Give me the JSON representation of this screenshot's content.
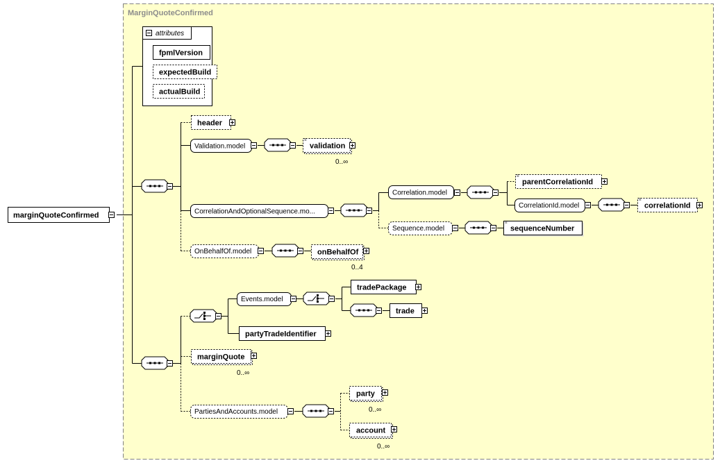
{
  "diagram": {
    "container_title": "MarginQuoteConfirmed",
    "root": "marginQuoteConfirmed",
    "attributes": {
      "label": "attributes",
      "items": [
        "fpmlVersion",
        "expectedBuild",
        "actualBuild"
      ]
    },
    "elements": {
      "header": "header",
      "validation_model": "Validation.model",
      "validation": "validation",
      "validation_card": "0..∞",
      "correlation_seq_model": "CorrelationAndOptionalSequence.mo...",
      "correlation_model": "Correlation.model",
      "parent_correlation_id": "parentCorrelationId",
      "correlation_id_model": "CorrelationId.model",
      "correlation_id": "correlationId",
      "sequence_model": "Sequence.model",
      "sequence_number": "sequenceNumber",
      "on_behalf_of_model": "OnBehalfOf.model",
      "on_behalf_of": "onBehalfOf",
      "on_behalf_of_card": "0..4",
      "events_model": "Events.model",
      "trade_package": "tradePackage",
      "trade": "trade",
      "party_trade_identifier": "partyTradeIdentifier",
      "margin_quote": "marginQuote",
      "margin_quote_card": "0..∞",
      "parties_accounts_model": "PartiesAndAccounts.model",
      "party": "party",
      "party_card": "0..∞",
      "account": "account",
      "account_card": "0..∞"
    }
  }
}
